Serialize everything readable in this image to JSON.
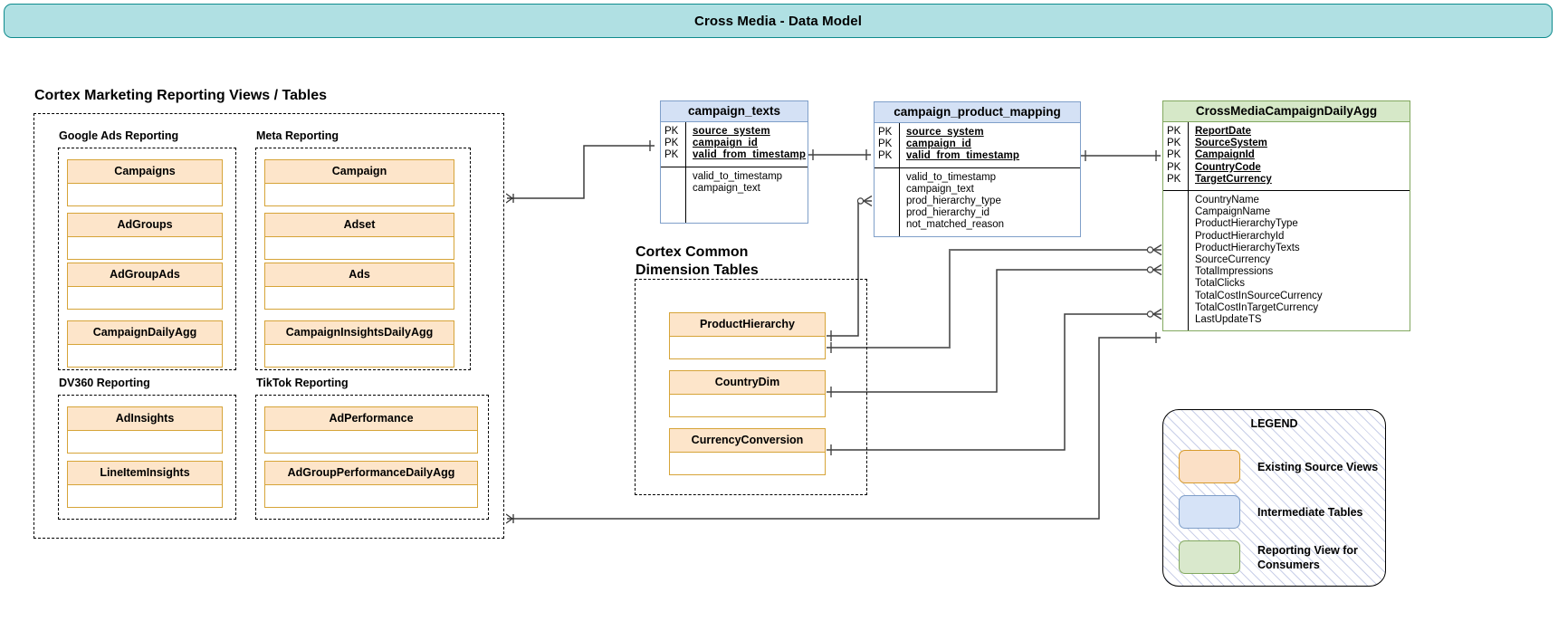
{
  "title_bar": {
    "text": "Cross Media - Data Model"
  },
  "sections": {
    "reporting_views": {
      "heading": "Cortex Marketing Reporting Views / Tables"
    },
    "common_dimensions": {
      "heading": "Cortex Common\nDimension Tables"
    }
  },
  "groups": [
    {
      "label": "Google Ads Reporting",
      "tables": [
        "Campaigns",
        "AdGroups",
        "AdGroupAds",
        "CampaignDailyAgg"
      ]
    },
    {
      "label": "Meta Reporting",
      "tables": [
        "Campaign",
        "Adset",
        "Ads",
        "CampaignInsightsDailyAgg"
      ]
    },
    {
      "label": "DV360 Reporting",
      "tables": [
        "AdInsights",
        "LineItemInsights"
      ]
    },
    {
      "label": "TikTok Reporting",
      "tables": [
        "AdPerformance",
        "AdGroupPerformanceDailyAgg"
      ]
    }
  ],
  "dimension_tables": [
    "ProductHierarchy",
    "CountryDim",
    "CurrencyConversion"
  ],
  "er_tables": [
    {
      "name": "campaign_texts",
      "kind": "intermediate",
      "key_marker": "PK",
      "primary_keys": [
        "source_system",
        "campaign_id",
        "valid_from_timestamp"
      ],
      "attributes": [
        "valid_to_timestamp",
        "campaign_text"
      ]
    },
    {
      "name": "campaign_product_mapping",
      "kind": "intermediate",
      "key_marker": "PK",
      "primary_keys": [
        "source_system",
        "campaign_id",
        "valid_from_timestamp"
      ],
      "attributes": [
        "valid_to_timestamp",
        "campaign_text",
        "prod_hierarchy_type",
        "prod_hierarchy_id",
        "not_matched_reason"
      ]
    },
    {
      "name": "CrossMediaCampaignDailyAgg",
      "kind": "reporting",
      "key_marker": "PK",
      "primary_keys": [
        "ReportDate",
        "SourceSystem",
        "CampaignId",
        "CountryCode",
        "TargetCurrency"
      ],
      "attributes": [
        "CountryName",
        "CampaignName",
        "ProductHierarchyType",
        "ProductHierarchyId",
        "ProductHierarchyTexts",
        "SourceCurrency",
        "TotalImpressions",
        "TotalClicks",
        "TotalCostInSourceCurrency",
        "TotalCostInTargetCurrency",
        "LastUpdateTS"
      ]
    }
  ],
  "legend": {
    "title": "LEGEND",
    "items": [
      {
        "swatch": "orange",
        "label": "Existing Source Views"
      },
      {
        "swatch": "blue",
        "label": "Intermediate Tables"
      },
      {
        "swatch": "green",
        "label": "Reporting View for\nConsumers"
      }
    ]
  },
  "colors": {
    "title_bar_fill": "#b0e0e3",
    "title_bar_stroke": "#0f8b8d",
    "source_view_fill": "#fde5ca",
    "source_view_stroke": "#d6a438",
    "intermediate_fill": "#d4e1f5",
    "intermediate_stroke": "#7f9fc9",
    "reporting_fill": "#d6e8c8",
    "reporting_stroke": "#82a85f",
    "edge": "#666666"
  }
}
